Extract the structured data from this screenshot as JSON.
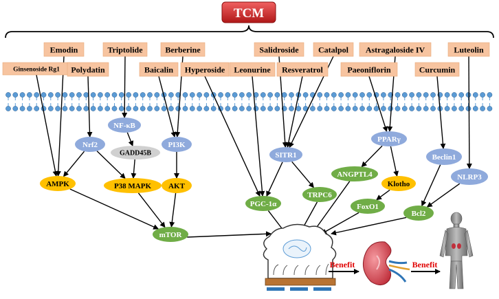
{
  "title": "TCM",
  "benefit_label": "Benefit",
  "colors": {
    "title_red": "#d42b2b",
    "compound_fill": "#f7c4a0",
    "blue_node": "#8faadc",
    "yellow_node": "#ffc000",
    "green_node": "#70ad47",
    "gray_node": "#d0d0d0",
    "membrane_head": "#5b9bd5",
    "arrow": "#000000",
    "benefit_text": "#e00000"
  },
  "compounds": [
    {
      "id": "ginsenoside",
      "label": "Ginsenoside Rg1"
    },
    {
      "id": "emodin",
      "label": "Emodin"
    },
    {
      "id": "polydatin",
      "label": "Polydatin"
    },
    {
      "id": "triptolide",
      "label": "Triptolide"
    },
    {
      "id": "baicalin",
      "label": "Baicalin"
    },
    {
      "id": "berberine",
      "label": "Berberine"
    },
    {
      "id": "hyperoside",
      "label": "Hyperoside"
    },
    {
      "id": "leonurine",
      "label": "Leonurine"
    },
    {
      "id": "salidroside",
      "label": "Salidroside"
    },
    {
      "id": "resveratrol",
      "label": "Resveratrol"
    },
    {
      "id": "catalpol",
      "label": "Catalpol"
    },
    {
      "id": "paeoniflorin",
      "label": "Paeoniflorin"
    },
    {
      "id": "astragaloside",
      "label": "Astragaloside IV"
    },
    {
      "id": "curcumin",
      "label": "Curcumin"
    },
    {
      "id": "luteolin",
      "label": "Luteolin"
    }
  ],
  "nodes": [
    {
      "id": "nfkb",
      "label": "NF-κB",
      "kind": "blue"
    },
    {
      "id": "nrf2",
      "label": "Nrf2",
      "kind": "blue"
    },
    {
      "id": "gadd45b",
      "label": "GADD45B",
      "kind": "gray"
    },
    {
      "id": "pi3k",
      "label": "PI3K",
      "kind": "blue"
    },
    {
      "id": "sitr1",
      "label": "SITR1",
      "kind": "blue"
    },
    {
      "id": "ppar",
      "label": "PPARγ",
      "kind": "blue"
    },
    {
      "id": "beclin1",
      "label": "Beclin1",
      "kind": "blue"
    },
    {
      "id": "nlrp3",
      "label": "NLRP3",
      "kind": "blue"
    },
    {
      "id": "ampk",
      "label": "AMPK",
      "kind": "yellow"
    },
    {
      "id": "p38",
      "label": "P38 MAPK",
      "kind": "yellow"
    },
    {
      "id": "akt",
      "label": "AKT",
      "kind": "yellow"
    },
    {
      "id": "klotho",
      "label": "Klotho",
      "kind": "yellow"
    },
    {
      "id": "angptl4",
      "label": "ANGPTL4",
      "kind": "green"
    },
    {
      "id": "trpc6",
      "label": "TRPC6",
      "kind": "green"
    },
    {
      "id": "pgc1a",
      "label": "PGC-1α",
      "kind": "green"
    },
    {
      "id": "foxo1",
      "label": "FoxO1",
      "kind": "green"
    },
    {
      "id": "bcl2",
      "label": "Bcl2",
      "kind": "green"
    },
    {
      "id": "mtor",
      "label": "mTOR",
      "kind": "green"
    }
  ],
  "edges": [
    [
      "ginsenoside",
      "ampk"
    ],
    [
      "emodin",
      "ampk"
    ],
    [
      "polydatin",
      "nrf2"
    ],
    [
      "nrf2",
      "ampk"
    ],
    [
      "nrf2",
      "p38"
    ],
    [
      "triptolide",
      "nfkb"
    ],
    [
      "nfkb",
      "gadd45b"
    ],
    [
      "gadd45b",
      "p38"
    ],
    [
      "baicalin",
      "pi3k"
    ],
    [
      "berberine",
      "pi3k"
    ],
    [
      "pi3k",
      "akt"
    ],
    [
      "akt",
      "mtor"
    ],
    [
      "p38",
      "mtor"
    ],
    [
      "ampk",
      "mtor"
    ],
    [
      "hyperoside",
      "pgc1a"
    ],
    [
      "leonurine",
      "pgc1a"
    ],
    [
      "salidroside",
      "sitr1"
    ],
    [
      "resveratrol",
      "sitr1"
    ],
    [
      "catalpol",
      "sitr1"
    ],
    [
      "sitr1",
      "pgc1a"
    ],
    [
      "sitr1",
      "trpc6"
    ],
    [
      "paeoniflorin",
      "ppar"
    ],
    [
      "astragaloside",
      "ppar"
    ],
    [
      "ppar",
      "angptl4"
    ],
    [
      "ppar",
      "klotho"
    ],
    [
      "klotho",
      "foxo1"
    ],
    [
      "curcumin",
      "beclin1"
    ],
    [
      "beclin1",
      "bcl2"
    ],
    [
      "luteolin",
      "nlrp3"
    ],
    [
      "nlrp3",
      "bcl2"
    ],
    [
      "mtor",
      "podocyte"
    ],
    [
      "pgc1a",
      "podocyte"
    ],
    [
      "trpc6",
      "podocyte"
    ],
    [
      "angptl4",
      "podocyte"
    ],
    [
      "foxo1",
      "podocyte"
    ],
    [
      "bcl2",
      "podocyte"
    ]
  ]
}
